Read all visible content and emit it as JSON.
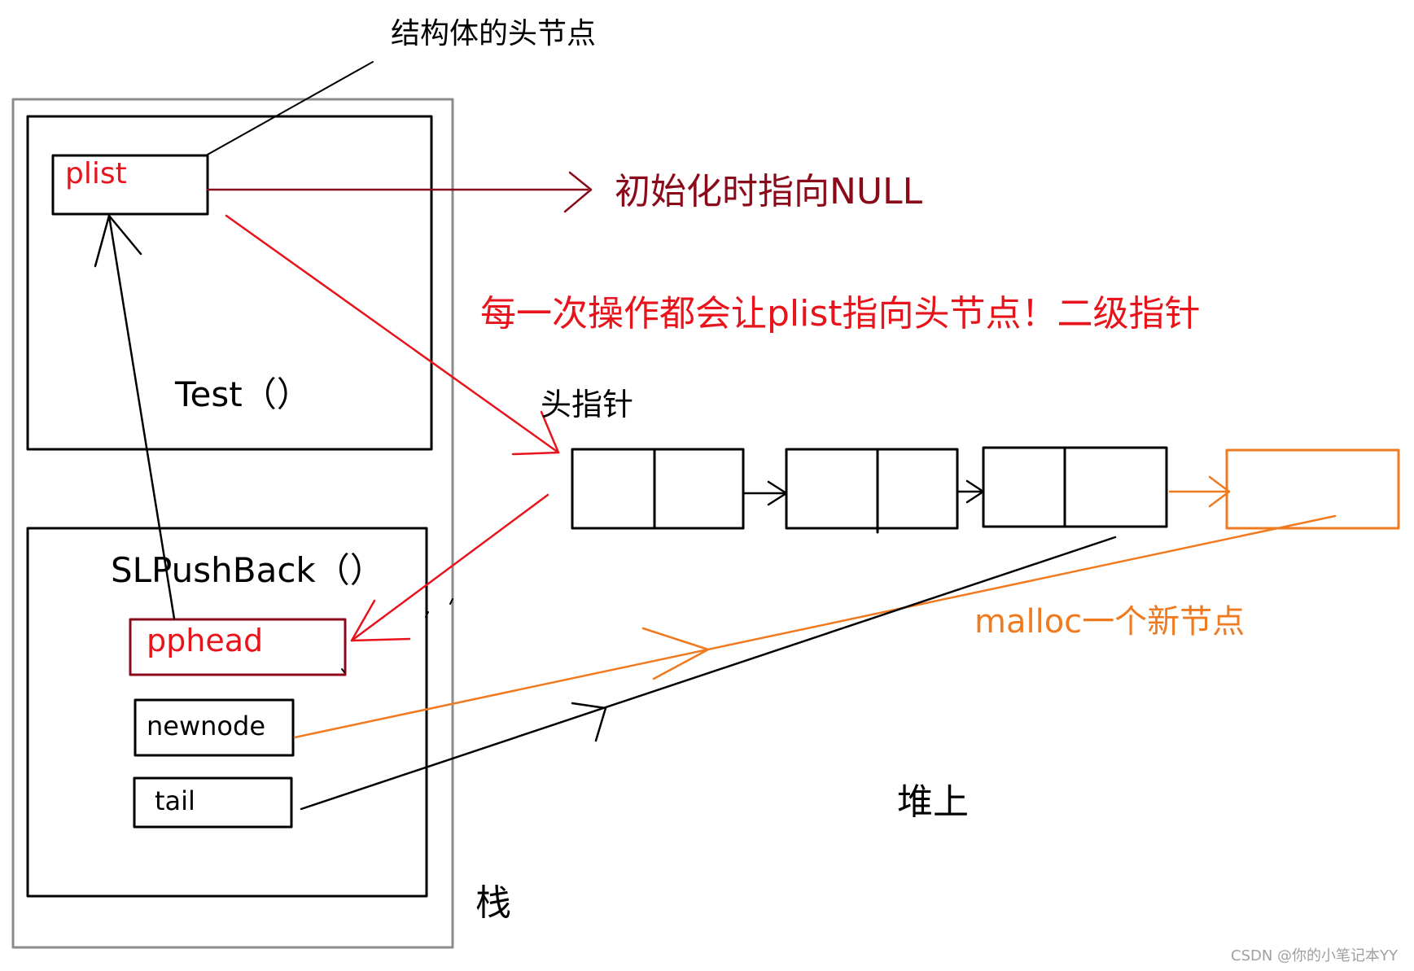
{
  "labels": {
    "head_node_struct": "结构体的头节点",
    "init_null": "初始化时指向NULL",
    "each_op": "每一次操作都会让plist指向头节点！二级指针",
    "head_pointer": "头指针",
    "test_func": "Test（）",
    "push_back_func": "SLPushBack（）",
    "malloc_new": "malloc一个新节点",
    "heap": "堆上",
    "stack": "栈",
    "watermark": "CSDN @你的小笔记本YY"
  },
  "vars": {
    "plist": "plist",
    "pphead": "pphead",
    "newnode": "newnode",
    "tail": "tail"
  },
  "colors": {
    "black": "#000000",
    "dark_red": "#8b0a1a",
    "red": "#e8141c",
    "orange": "#f07a20",
    "gray": "#8c8c8c",
    "watermark": "#a0a0a0"
  }
}
